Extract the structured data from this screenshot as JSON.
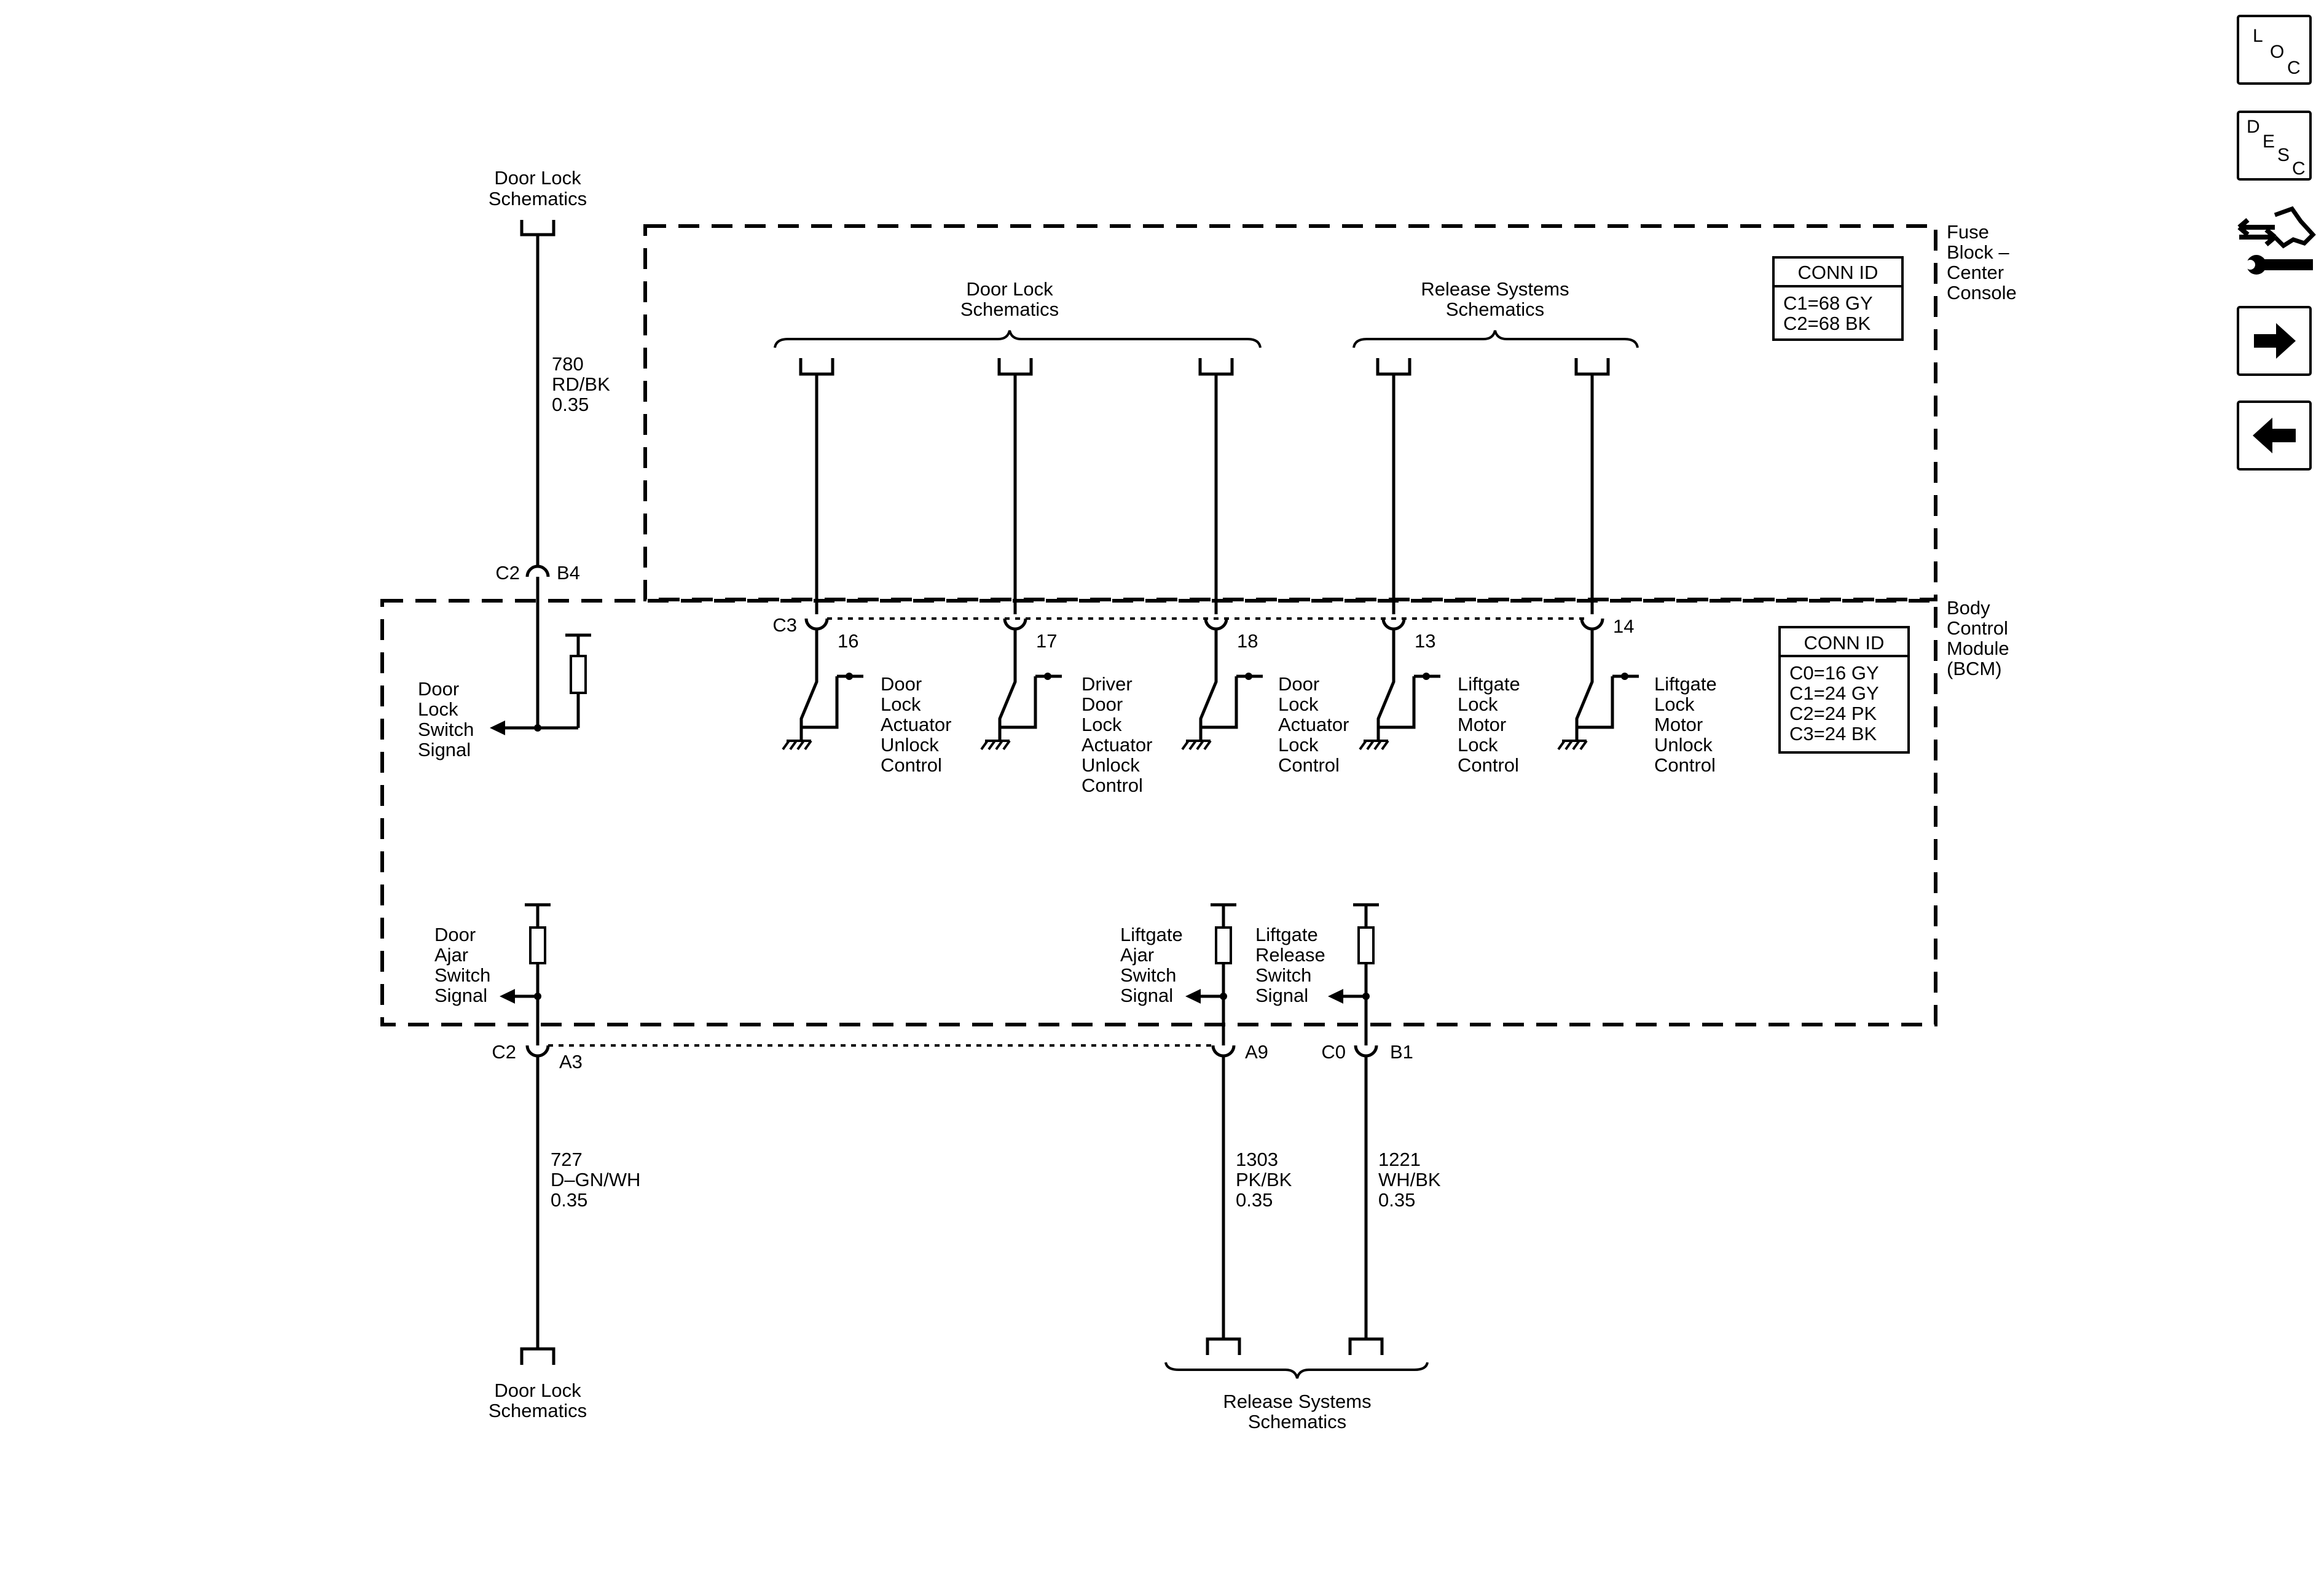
{
  "fuse_block": {
    "label": [
      "Fuse",
      "Block –",
      "Center",
      "Console"
    ],
    "conn_id": {
      "title": "CONN ID",
      "lines": [
        "C1=68 GY",
        "C2=68 BK"
      ]
    }
  },
  "bcm": {
    "label": [
      "Body",
      "Control",
      "Module",
      "(BCM)"
    ],
    "conn_id": {
      "title": "CONN ID",
      "lines": [
        "C0=16 GY",
        "C1=24 GY",
        "C2=24 PK",
        "C3=24 BK"
      ]
    }
  },
  "refs": {
    "door_lock_top": [
      "Door Lock",
      "Schematics"
    ],
    "door_lock_group": [
      "Door Lock",
      "Schematics"
    ],
    "release_group": [
      "Release Systems",
      "Schematics"
    ],
    "door_lock_bottom": [
      "Door Lock",
      "Schematics"
    ],
    "release_bottom": [
      "Release Systems",
      "Schematics"
    ]
  },
  "wires": {
    "w780": [
      "780",
      "RD/BK",
      "0.35"
    ],
    "w727": [
      "727",
      "D–GN/WH",
      "0.35"
    ],
    "w1303": [
      "1303",
      "PK/BK",
      "0.35"
    ],
    "w1221": [
      "1221",
      "WH/BK",
      "0.35"
    ]
  },
  "connectors": {
    "c2_b4": {
      "conn": "C2",
      "pin": "B4"
    },
    "c3": "C3",
    "pins_c3": [
      "16",
      "17",
      "18",
      "13",
      "14"
    ],
    "c2_a3": {
      "conn": "C2",
      "pin": "A3"
    },
    "a9": "A9",
    "c0_b1": {
      "conn": "C0",
      "pin": "B1"
    }
  },
  "signals": {
    "door_lock_switch": [
      "Door",
      "Lock",
      "Switch",
      "Signal"
    ],
    "door_ajar_switch": [
      "Door",
      "Ajar",
      "Switch",
      "Signal"
    ],
    "liftgate_ajar_switch": [
      "Liftgate",
      "Ajar",
      "Switch",
      "Signal"
    ],
    "liftgate_release_switch": [
      "Liftgate",
      "Release",
      "Switch",
      "Signal"
    ]
  },
  "controls": [
    [
      "Door",
      "Lock",
      "Actuator",
      "Unlock",
      "Control"
    ],
    [
      "Driver",
      "Door",
      "Lock",
      "Actuator",
      "Unlock",
      "Control"
    ],
    [
      "Door",
      "Lock",
      "Actuator",
      "Lock",
      "Control"
    ],
    [
      "Liftgate",
      "Lock",
      "Motor",
      "Lock",
      "Control"
    ],
    [
      "Liftgate",
      "Lock",
      "Motor",
      "Unlock",
      "Control"
    ]
  ],
  "nav": {
    "loc": [
      "L",
      "O",
      "C"
    ],
    "desc": [
      "D",
      "E",
      "S",
      "C"
    ],
    "icons": [
      "connector-tool-icon",
      "arrow-right-icon",
      "arrow-left-icon"
    ]
  }
}
